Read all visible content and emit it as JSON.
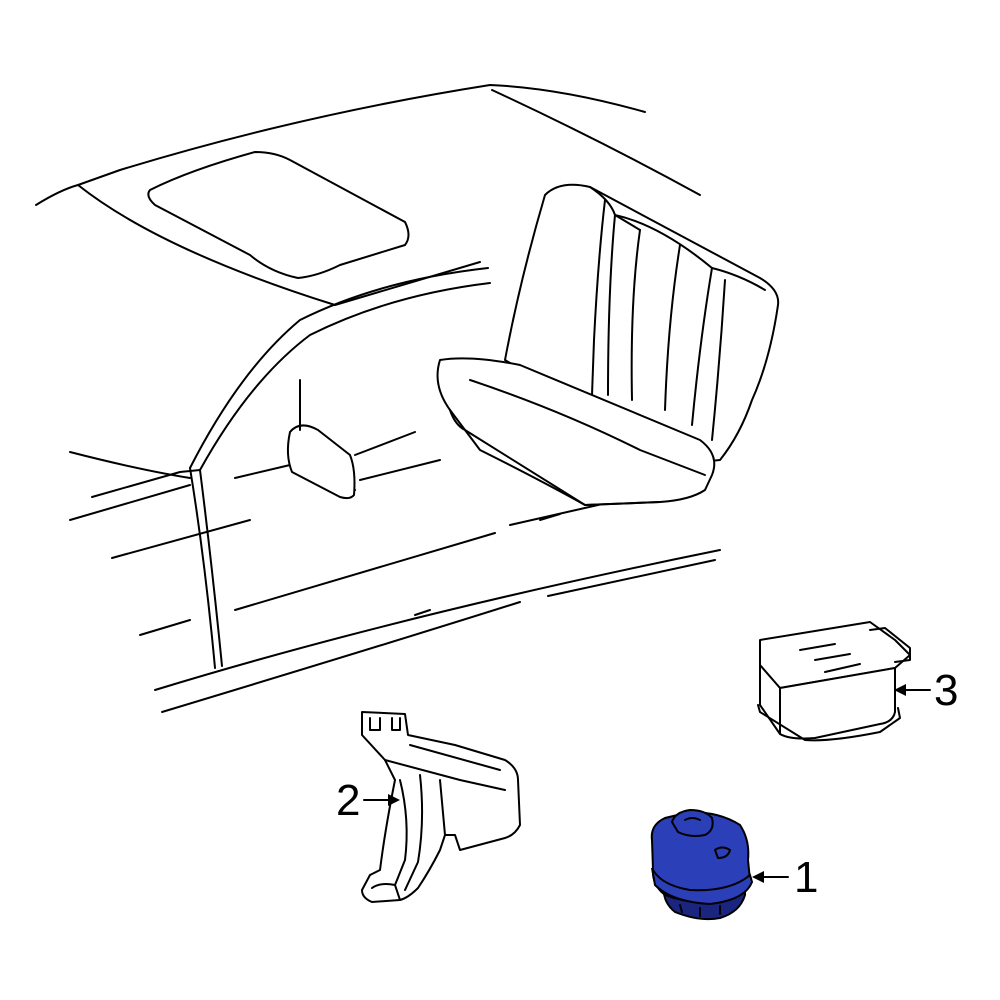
{
  "diagram": {
    "background": "#ffffff",
    "line_color": "#000000",
    "highlight_color": "#2b3fb8",
    "highlight_dark": "#1a2580",
    "callouts": [
      {
        "label": "1",
        "highlighted": true
      },
      {
        "label": "2",
        "highlighted": false
      },
      {
        "label": "3",
        "highlighted": false
      }
    ]
  }
}
